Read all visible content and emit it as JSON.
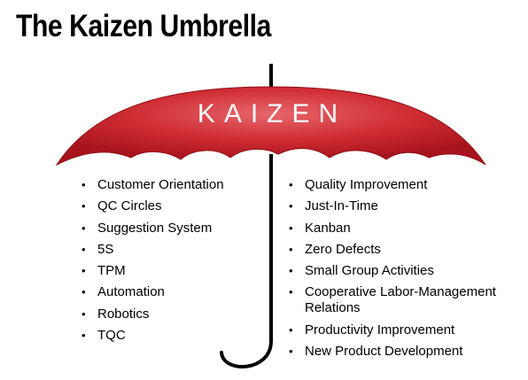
{
  "title": "The Kaizen Umbrella",
  "umbrella": {
    "label": "KAIZEN",
    "canopy_color": "#c8232b",
    "canopy_highlight": "#e05a5e",
    "shaft_color": "#000000"
  },
  "left_items": [
    "Customer Orientation",
    "QC Circles",
    "Suggestion System",
    "5S",
    "TPM",
    "Automation",
    "Robotics",
    "TQC"
  ],
  "right_items": [
    "Quality Improvement",
    "Just-In-Time",
    "Kanban",
    "Zero Defects",
    "Small Group Activities",
    "Cooperative Labor-Management Relations",
    "Productivity Improvement",
    "New Product Development"
  ],
  "bullet_glyph": "•"
}
